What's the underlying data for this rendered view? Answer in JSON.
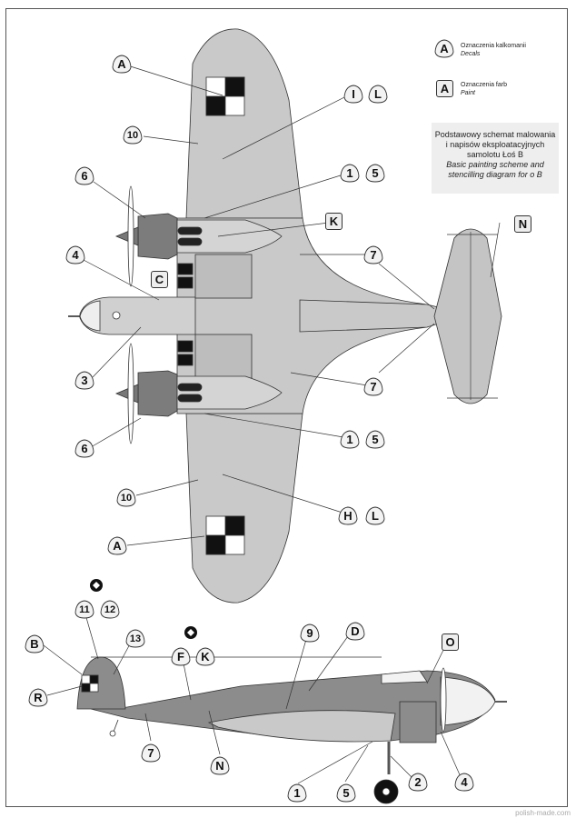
{
  "legend": {
    "decals": {
      "marker": "A",
      "marker_shape": "rounded-triangle",
      "label_pl": "Oznaczenia kalkomanii",
      "label_en": "Decals"
    },
    "paint": {
      "marker": "A",
      "marker_shape": "rounded-square",
      "label_pl": "Oznaczenia farb",
      "label_en": "Paint"
    }
  },
  "title_box": {
    "line1": "Podstawowy schemat malowania",
    "line2": "i napisów eksploatacyjnych",
    "line3": "samolotu Łoś B",
    "line4": "Basic painting scheme and",
    "line5": "stencilling diagram for o B"
  },
  "top_view_callouts": [
    {
      "id": "A",
      "type": "decal"
    },
    {
      "id": "I",
      "type": "decal"
    },
    {
      "id": "L",
      "type": "decal"
    },
    {
      "id": "10",
      "type": "decal"
    },
    {
      "id": "6",
      "type": "decal"
    },
    {
      "id": "1",
      "type": "decal"
    },
    {
      "id": "5",
      "type": "decal"
    },
    {
      "id": "K",
      "type": "paint"
    },
    {
      "id": "N",
      "type": "paint"
    },
    {
      "id": "4",
      "type": "decal"
    },
    {
      "id": "C",
      "type": "paint"
    },
    {
      "id": "7",
      "type": "decal"
    },
    {
      "id": "3",
      "type": "decal"
    },
    {
      "id": "7",
      "type": "decal"
    },
    {
      "id": "6",
      "type": "decal"
    },
    {
      "id": "1",
      "type": "decal"
    },
    {
      "id": "5",
      "type": "decal"
    },
    {
      "id": "10",
      "type": "decal"
    },
    {
      "id": "H",
      "type": "decal"
    },
    {
      "id": "L",
      "type": "decal"
    },
    {
      "id": "A",
      "type": "decal"
    }
  ],
  "side_view_callouts": [
    {
      "id": "11",
      "type": "decal"
    },
    {
      "id": "12",
      "type": "decal"
    },
    {
      "id": "13",
      "type": "decal"
    },
    {
      "id": "B",
      "type": "decal"
    },
    {
      "id": "R",
      "type": "decal"
    },
    {
      "id": "F",
      "type": "decal"
    },
    {
      "id": "K",
      "type": "decal"
    },
    {
      "id": "9",
      "type": "decal"
    },
    {
      "id": "D",
      "type": "decal"
    },
    {
      "id": "O",
      "type": "paint"
    },
    {
      "id": "7",
      "type": "decal"
    },
    {
      "id": "N",
      "type": "decal"
    },
    {
      "id": "1",
      "type": "decal"
    },
    {
      "id": "5",
      "type": "decal"
    },
    {
      "id": "2",
      "type": "decal"
    },
    {
      "id": "4",
      "type": "decal"
    }
  ],
  "colors": {
    "upper_grey": "#c8c8c8",
    "dark_grey": "#8a8a8a",
    "nacelle": "#7a7a7a",
    "black": "#111111"
  },
  "watermark": "polish-made.com"
}
